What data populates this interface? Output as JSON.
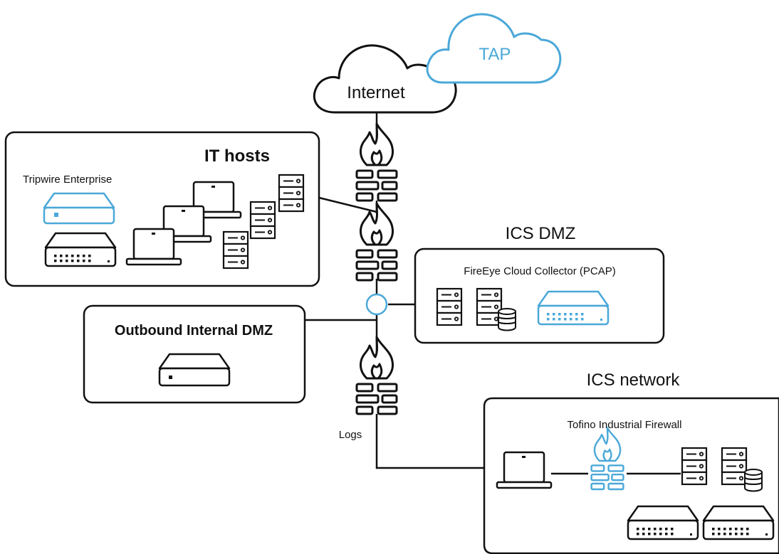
{
  "clouds": {
    "internet": "Internet",
    "tap": "TAP"
  },
  "zones": {
    "it_hosts": {
      "title": "IT hosts",
      "device_label": "Tripwire Enterprise"
    },
    "ics_dmz": {
      "title": "ICS DMZ",
      "device_label": "FireEye Cloud Collector (PCAP)"
    },
    "outbound_dmz": {
      "title": "Outbound Internal DMZ"
    },
    "ics_network": {
      "title": "ICS network",
      "device_label": "Tofino Industrial Firewall"
    }
  },
  "links": {
    "logs": "Logs"
  },
  "colors": {
    "line": "#111111",
    "accent": "#4aa8d8"
  }
}
